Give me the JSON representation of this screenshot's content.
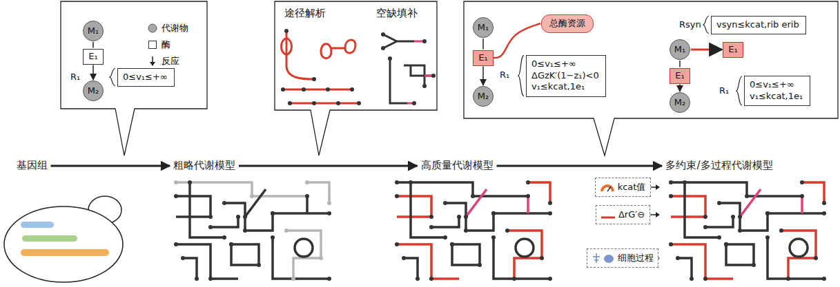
{
  "diagram": {
    "nodes": [
      {
        "text": [
          "M₁"
        ]
      },
      {
        "text": [
          "E₁"
        ]
      },
      {
        "text": [
          "M₂"
        ]
      },
      {
        "text": [
          "0≤v₁≤+∞"
        ]
      },
      {
        "text": [
          "M₁"
        ]
      },
      {
        "text": [
          "E₁"
        ]
      },
      {
        "text": [
          "M₂"
        ]
      },
      {
        "text": [
          "总酶资源"
        ]
      },
      {
        "text": [
          "0≤v₁≤+∞",
          "ΔGzK′(1−z₁)<0",
          "v₁≤kcat,1e₁"
        ]
      },
      {
        "text": [
          "vsyn≤kcat,rib erib"
        ]
      },
      {
        "text": [
          "M₁"
        ]
      },
      {
        "text": [
          "E₁"
        ]
      },
      {
        "text": [
          "E₁"
        ]
      },
      {
        "text": [
          "M₂"
        ]
      },
      {
        "text": [
          "0≤v₁≤+∞",
          "v₁≤kcat,1e₁"
        ]
      },
      {
        "text": [
          "基因组"
        ]
      },
      {
        "text": [
          "粗略代谢模型"
        ]
      },
      {
        "text": [
          "高质量代谢模型"
        ]
      },
      {
        "text": [
          "多约束/多过程代谢模型"
        ]
      },
      {
        "text": [
          "kcat值"
        ]
      },
      {
        "text": [
          "ΔrG′⊖"
        ]
      },
      {
        "text": [
          "细胞过程"
        ]
      }
    ],
    "edges": [
      {
        "from": 0,
        "to": 1,
        "arrow": "none"
      },
      {
        "from": 1,
        "to": 2,
        "arrow": "to"
      },
      {
        "from": 4,
        "to": 5,
        "arrow": "none"
      },
      {
        "from": 5,
        "to": 6,
        "arrow": "to"
      },
      {
        "from": 5,
        "to": 7,
        "arrow": "none"
      },
      {
        "from": 10,
        "to": 11,
        "arrow": "to"
      },
      {
        "from": 10,
        "to": 12,
        "arrow": "none"
      },
      {
        "from": 12,
        "to": 13,
        "arrow": "to"
      },
      {
        "from": 15,
        "to": 16,
        "arrow": "to"
      },
      {
        "from": 16,
        "to": 17,
        "arrow": "to"
      },
      {
        "from": 17,
        "to": 18,
        "arrow": "to"
      }
    ],
    "labels": [
      "R₁",
      "途径解析",
      "空缺填补",
      "R₁",
      "Rsyn",
      "R₁"
    ],
    "legend": [
      {
        "text": "代谢物"
      },
      {
        "text": "酶"
      },
      {
        "text": "反应"
      }
    ]
  }
}
